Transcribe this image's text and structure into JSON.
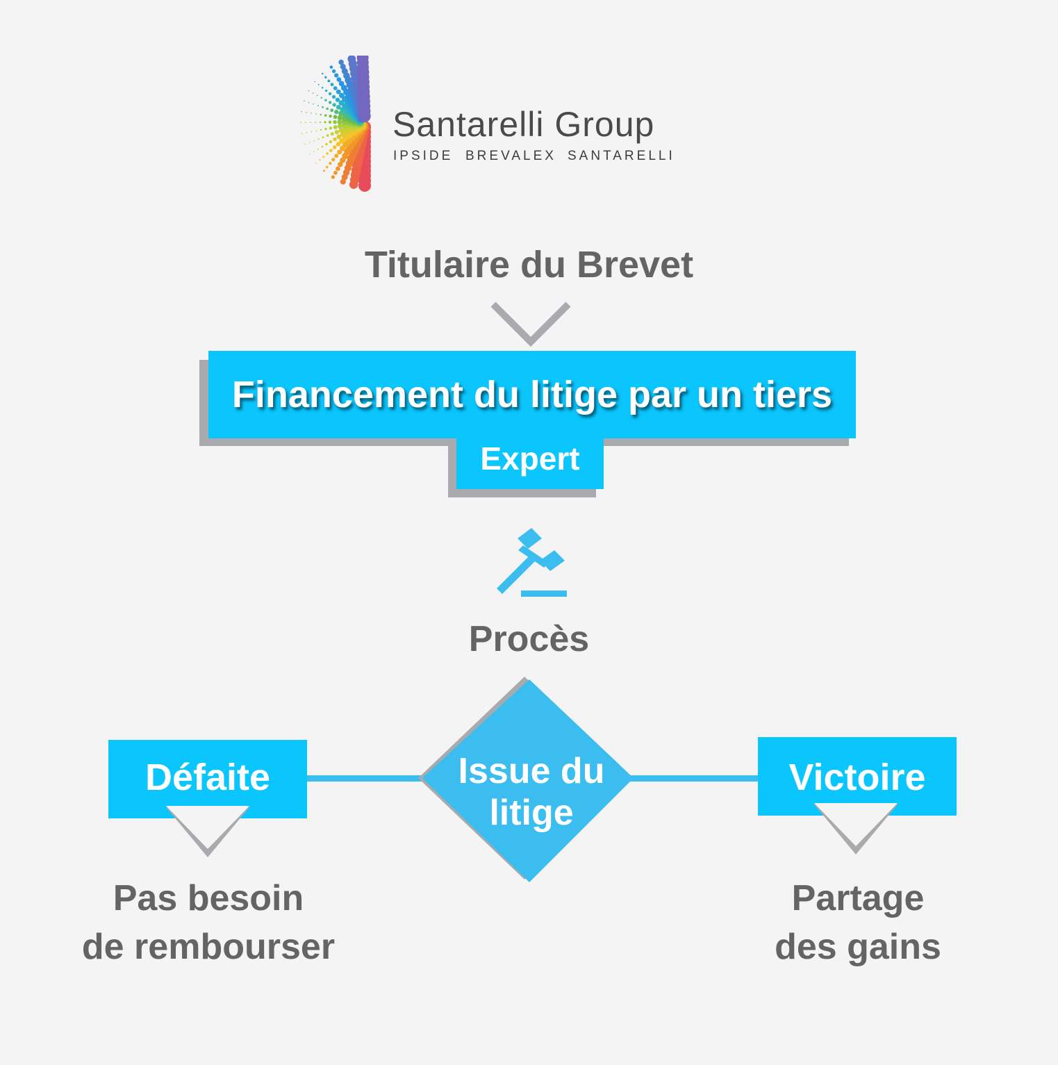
{
  "brand": {
    "name": "Santarelli Group",
    "subsidiaries": [
      "IPSIDE",
      "BREVALEX",
      "SANTARELLI"
    ]
  },
  "colors": {
    "accent": "#0bc5fd",
    "diamond": "#3cbdf0",
    "shadow": "#a8aaad",
    "text": "#646464",
    "background": "#f4f4f4"
  },
  "diagram": {
    "holder": "Titulaire du Brevet",
    "funding": "Financement du litige par un tiers",
    "expert": "Expert",
    "trial_icon": "gavel-icon",
    "trial": "Procès",
    "outcome": [
      "Issue du",
      "litige"
    ],
    "defeat": {
      "label": "Défaite",
      "result": [
        "Pas besoin",
        "de rembourser"
      ]
    },
    "victory": {
      "label": "Victoire",
      "result": [
        "Partage",
        "des gains"
      ]
    }
  }
}
